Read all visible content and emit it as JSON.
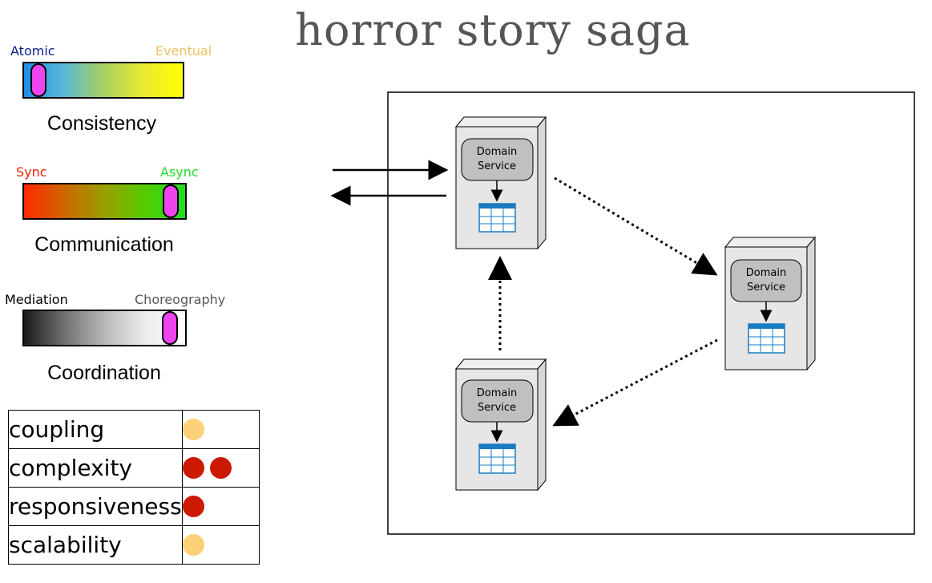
{
  "title": "horror story saga",
  "scales": [
    {
      "left_label": "Atomic",
      "right_label": "Eventual",
      "name": "Consistency",
      "left_color": "#0a1f8a",
      "right_color": "#f0c060",
      "position": 0.09
    },
    {
      "left_label": "Sync",
      "right_label": "Async",
      "name": "Communication",
      "left_color": "#ee2200",
      "right_color": "#22dd22",
      "position": 0.91
    },
    {
      "left_label": "Mediation",
      "right_label": "Choreography",
      "name": "Coordination",
      "left_color": "#000000",
      "right_color": "#555555",
      "position": 0.9
    }
  ],
  "metrics": [
    {
      "name": "coupling",
      "count": 1,
      "level": "medium",
      "color": "#fdd17a"
    },
    {
      "name": "complexity",
      "count": 2,
      "level": "high",
      "color": "#cc1a00"
    },
    {
      "name": "responsiveness",
      "count": 1,
      "level": "high",
      "color": "#cc1a00"
    },
    {
      "name": "scalability",
      "count": 1,
      "level": "medium",
      "color": "#fdd17a"
    }
  ],
  "services": [
    {
      "label_line1": "Domain",
      "label_line2": "Service"
    },
    {
      "label_line1": "Domain",
      "label_line2": "Service"
    },
    {
      "label_line1": "Domain",
      "label_line2": "Service"
    }
  ]
}
